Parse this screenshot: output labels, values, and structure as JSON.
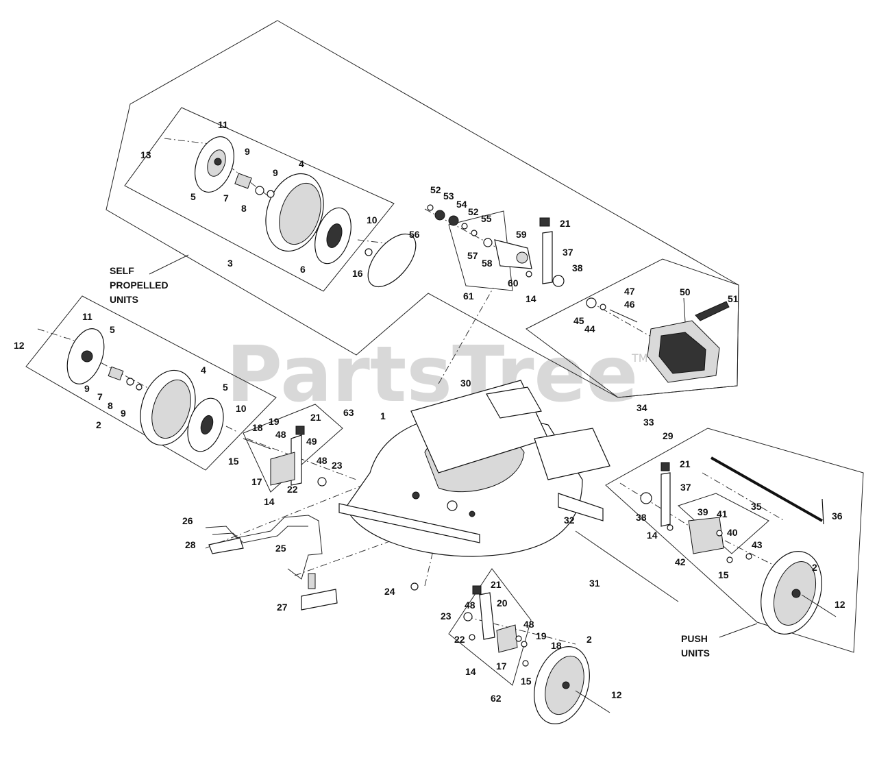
{
  "watermark": {
    "text": "PartsTree",
    "trademark": "TM"
  },
  "notes": {
    "self_propelled": [
      "SELF",
      "PROPELLED",
      "UNITS"
    ],
    "push": [
      "PUSH",
      "UNITS"
    ]
  },
  "callouts": [
    {
      "id": "c-13",
      "text": "13"
    },
    {
      "id": "c-11a",
      "text": "11"
    },
    {
      "id": "c-9a",
      "text": "9"
    },
    {
      "id": "c-9b",
      "text": "9"
    },
    {
      "id": "c-4a",
      "text": "4"
    },
    {
      "id": "c-5a",
      "text": "5"
    },
    {
      "id": "c-7a",
      "text": "7"
    },
    {
      "id": "c-8a",
      "text": "8"
    },
    {
      "id": "c-10a",
      "text": "10"
    },
    {
      "id": "c-6",
      "text": "6"
    },
    {
      "id": "c-3",
      "text": "3"
    },
    {
      "id": "c-16",
      "text": "16"
    },
    {
      "id": "c-56",
      "text": "56"
    },
    {
      "id": "c-52a",
      "text": "52"
    },
    {
      "id": "c-53",
      "text": "53"
    },
    {
      "id": "c-54",
      "text": "54"
    },
    {
      "id": "c-52b",
      "text": "52"
    },
    {
      "id": "c-55",
      "text": "55"
    },
    {
      "id": "c-59",
      "text": "59"
    },
    {
      "id": "c-57",
      "text": "57"
    },
    {
      "id": "c-58",
      "text": "58"
    },
    {
      "id": "c-60",
      "text": "60"
    },
    {
      "id": "c-61",
      "text": "61"
    },
    {
      "id": "c-14a",
      "text": "14"
    },
    {
      "id": "c-21a",
      "text": "21"
    },
    {
      "id": "c-37a",
      "text": "37"
    },
    {
      "id": "c-38a",
      "text": "38"
    },
    {
      "id": "c-47",
      "text": "47"
    },
    {
      "id": "c-46",
      "text": "46"
    },
    {
      "id": "c-45",
      "text": "45"
    },
    {
      "id": "c-44",
      "text": "44"
    },
    {
      "id": "c-50",
      "text": "50"
    },
    {
      "id": "c-51",
      "text": "51"
    },
    {
      "id": "c-11b",
      "text": "11"
    },
    {
      "id": "c-5b",
      "text": "5"
    },
    {
      "id": "c-12a",
      "text": "12"
    },
    {
      "id": "c-9c",
      "text": "9"
    },
    {
      "id": "c-7b",
      "text": "7"
    },
    {
      "id": "c-8b",
      "text": "8"
    },
    {
      "id": "c-9d",
      "text": "9"
    },
    {
      "id": "c-4b",
      "text": "4"
    },
    {
      "id": "c-5c",
      "text": "5"
    },
    {
      "id": "c-10b",
      "text": "10"
    },
    {
      "id": "c-2a",
      "text": "2"
    },
    {
      "id": "c-15a",
      "text": "15"
    },
    {
      "id": "c-30",
      "text": "30"
    },
    {
      "id": "c-1",
      "text": "1"
    },
    {
      "id": "c-63",
      "text": "63"
    },
    {
      "id": "c-21b",
      "text": "21"
    },
    {
      "id": "c-19a",
      "text": "19"
    },
    {
      "id": "c-18a",
      "text": "18"
    },
    {
      "id": "c-48a",
      "text": "48"
    },
    {
      "id": "c-49",
      "text": "49"
    },
    {
      "id": "c-48b",
      "text": "48"
    },
    {
      "id": "c-23a",
      "text": "23"
    },
    {
      "id": "c-17a",
      "text": "17"
    },
    {
      "id": "c-14b",
      "text": "14"
    },
    {
      "id": "c-22a",
      "text": "22"
    },
    {
      "id": "c-34",
      "text": "34"
    },
    {
      "id": "c-33",
      "text": "33"
    },
    {
      "id": "c-29",
      "text": "29"
    },
    {
      "id": "c-21c",
      "text": "21"
    },
    {
      "id": "c-37b",
      "text": "37"
    },
    {
      "id": "c-35",
      "text": "35"
    },
    {
      "id": "c-36",
      "text": "36"
    },
    {
      "id": "c-38b",
      "text": "38"
    },
    {
      "id": "c-39",
      "text": "39"
    },
    {
      "id": "c-41",
      "text": "41"
    },
    {
      "id": "c-40",
      "text": "40"
    },
    {
      "id": "c-14c",
      "text": "14"
    },
    {
      "id": "c-43",
      "text": "43"
    },
    {
      "id": "c-42",
      "text": "42"
    },
    {
      "id": "c-15b",
      "text": "15"
    },
    {
      "id": "c-2b",
      "text": "2"
    },
    {
      "id": "c-12b",
      "text": "12"
    },
    {
      "id": "c-32",
      "text": "32"
    },
    {
      "id": "c-26",
      "text": "26"
    },
    {
      "id": "c-28",
      "text": "28"
    },
    {
      "id": "c-25",
      "text": "25"
    },
    {
      "id": "c-27",
      "text": "27"
    },
    {
      "id": "c-24",
      "text": "24"
    },
    {
      "id": "c-31",
      "text": "31"
    },
    {
      "id": "c-21d",
      "text": "21"
    },
    {
      "id": "c-48c",
      "text": "48"
    },
    {
      "id": "c-20",
      "text": "20"
    },
    {
      "id": "c-23b",
      "text": "23"
    },
    {
      "id": "c-22b",
      "text": "22"
    },
    {
      "id": "c-48d",
      "text": "48"
    },
    {
      "id": "c-19b",
      "text": "19"
    },
    {
      "id": "c-18b",
      "text": "18"
    },
    {
      "id": "c-2c",
      "text": "2"
    },
    {
      "id": "c-17b",
      "text": "17"
    },
    {
      "id": "c-14d",
      "text": "14"
    },
    {
      "id": "c-15c",
      "text": "15"
    },
    {
      "id": "c-62",
      "text": "62"
    },
    {
      "id": "c-12c",
      "text": "12"
    }
  ]
}
